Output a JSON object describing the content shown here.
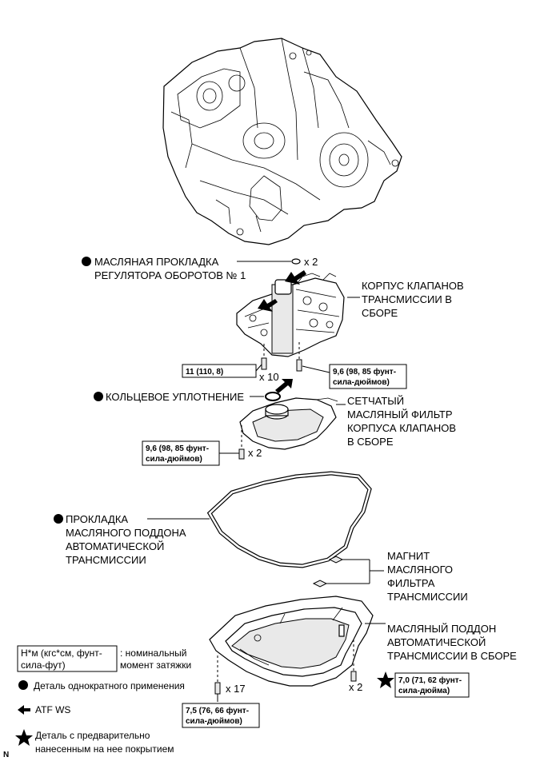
{
  "labels": {
    "gasket_regulator_l1": "МАСЛЯНАЯ ПРОКЛАДКА",
    "gasket_regulator_l2": "РЕГУЛЯТОРА ОБОРОТОВ № 1",
    "qty_x2_top": "x 2",
    "valve_body_l1": "КОРПУС КЛАПАНОВ",
    "valve_body_l2": "ТРАНСМИССИИ В",
    "valve_body_l3": "СБОРЕ",
    "qty_x10": "x 10",
    "o_ring": "КОЛЬЦЕВОЕ УПЛОТНЕНИЕ",
    "strainer_l1": "СЕТЧАТЫЙ",
    "strainer_l2": "МАСЛЯНЫЙ ФИЛЬТР",
    "strainer_l3": "КОРПУСА КЛАПАНОВ",
    "strainer_l4": "В СБОРЕ",
    "qty_x2_mid": "x 2",
    "pan_gasket_l1": "ПРОКЛАДКА",
    "pan_gasket_l2": "МАСЛЯНОГО ПОДДОНА",
    "pan_gasket_l3": "АВТОМАТИЧЕСКОЙ",
    "pan_gasket_l4": "ТРАНСМИССИИ",
    "magnet_l1": "МАГНИТ",
    "magnet_l2": "МАСЛЯНОГО",
    "magnet_l3": "ФИЛЬТРА",
    "magnet_l4": "ТРАНСМИССИИ",
    "pan_l1": "МАСЛЯНЫЙ ПОДДОН",
    "pan_l2": "АВТОМАТИЧЕСКОЙ",
    "pan_l3": "ТРАНСМИССИИ В СБОРЕ",
    "qty_x17": "x 17",
    "qty_x2_pan": "x 2",
    "corner_mark": "N"
  },
  "torque": {
    "t_11_l1": "11 (110, 8)",
    "t_96a_l1": "9,6 (98, 85 фунт-",
    "t_96a_l2": "сила-дюймов)",
    "t_96b_l1": "9,6 (98, 85 фунт-",
    "t_96b_l2": "сила-дюймов)",
    "t_75_l1": "7,5 (76, 66 фунт-",
    "t_75_l2": "сила-дюймов)",
    "t_70_l1": "7,0 (71, 62 фунт-",
    "t_70_l2": "сила-дюйма)"
  },
  "legend": {
    "unit_box_l1": "Н*м (кгс*см, фунт-",
    "unit_box_l2": "сила-фут)",
    "unit_desc_l1": ": номинальный",
    "unit_desc_l2": "момент затяжки",
    "non_reusable": "Деталь однократного применения",
    "atf": "ATF WS",
    "precoated_l1": "Деталь с предварительно",
    "precoated_l2": "нанесенным на нее покрытием"
  }
}
